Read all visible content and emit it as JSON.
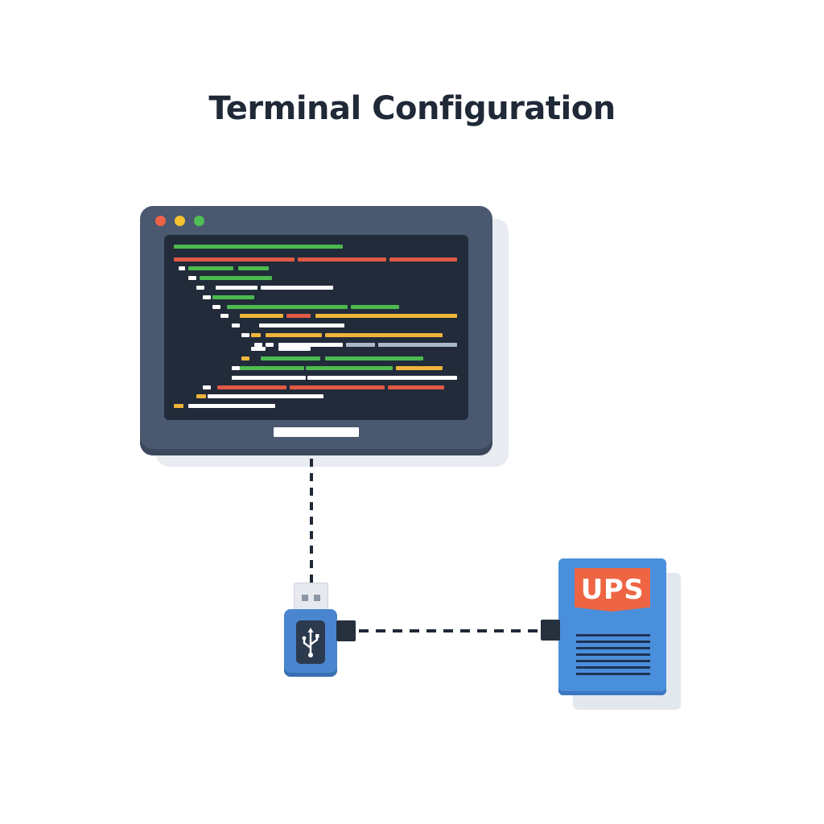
{
  "title": "Terminal Configuration",
  "ups_label": "UPS",
  "colors": {
    "monitor_frame": "#4a5870",
    "screen": "#222b3a",
    "code_green": "#4cba4e",
    "code_red": "#e05a46",
    "code_yellow": "#efb53a",
    "code_white": "#ffffff",
    "code_gray": "#a9b8c8",
    "usb_blue": "#4a86cf",
    "ups_blue": "#4a8fdb",
    "ups_label": "#ee6543",
    "dot_red": "#ed6347",
    "dot_yellow": "#f4c230",
    "dot_green": "#4fbe55",
    "connector_line": "#1f2937"
  },
  "icons": {
    "usb_symbol": "usb-icon",
    "window_controls": [
      "close-dot",
      "minimize-dot",
      "maximize-dot"
    ]
  }
}
